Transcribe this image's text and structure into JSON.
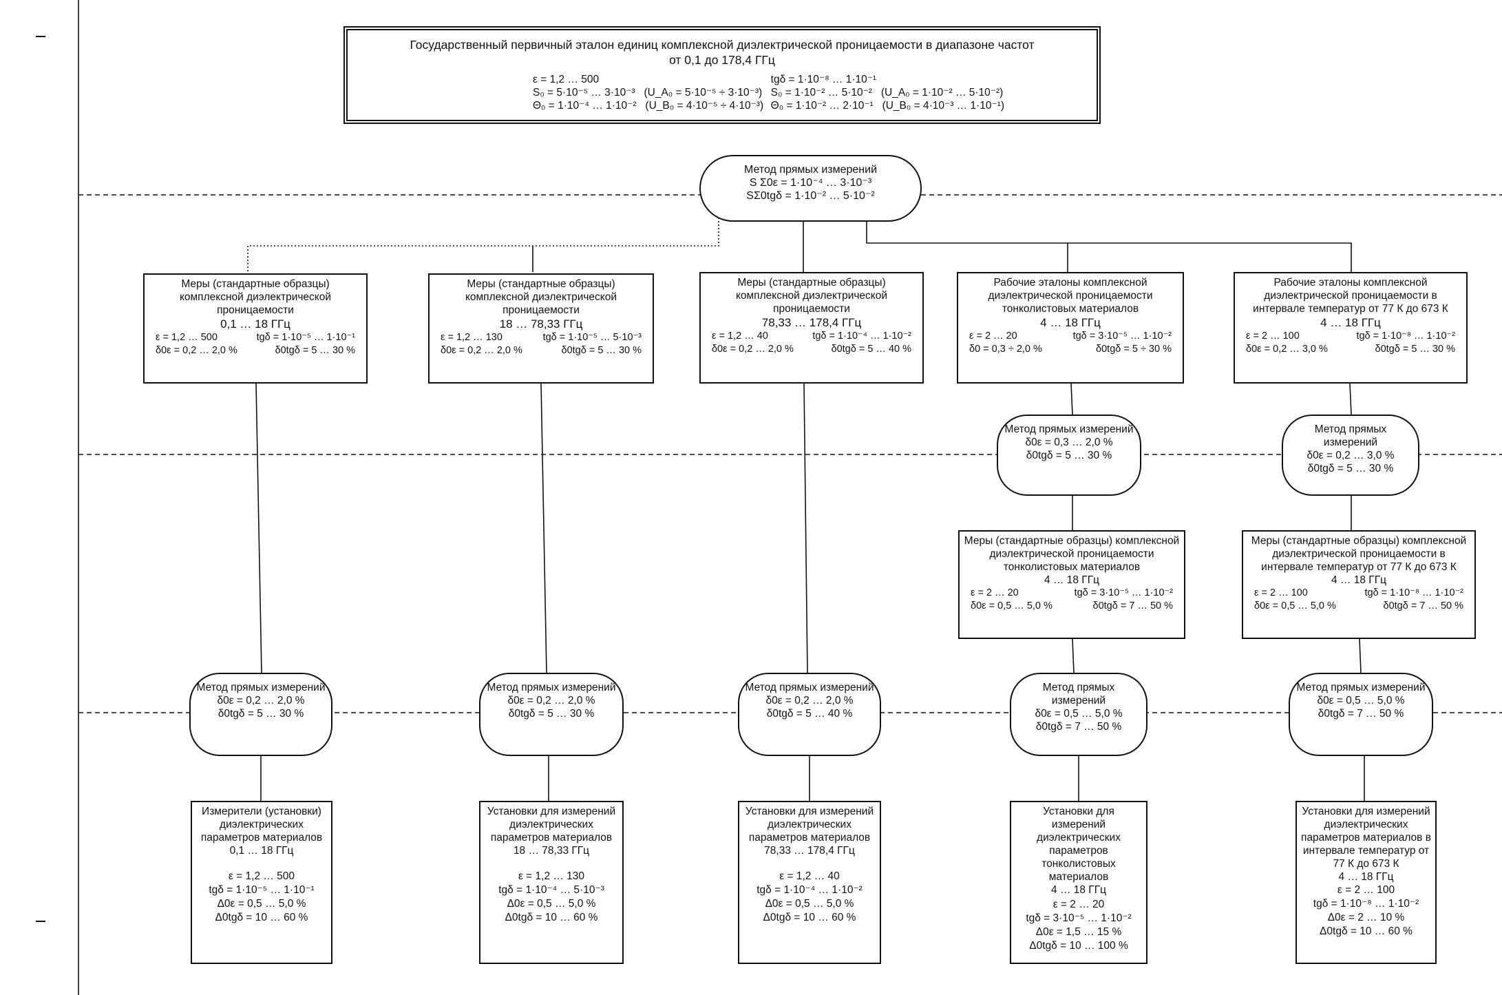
{
  "top": {
    "title_line1": "Государственный первичный эталон единиц комплексной диэлектрической проницаемости в диапазоне частот",
    "title_line2": "от 0,1 до 178,4 ГГц",
    "left": {
      "eps": "ε = 1,2 … 500",
      "s0_main": "S₀ = 5·10⁻⁵ … 3·10⁻³",
      "s0_u": "(U_A₀ = 5·10⁻⁵ ÷ 3·10⁻³)",
      "th0_main": "Θ₀ = 1·10⁻⁴ … 1·10⁻²",
      "th0_u": "(U_B₀ = 4·10⁻⁵ ÷ 4·10⁻³)"
    },
    "right": {
      "tg": "tgδ = 1·10⁻⁸ … 1·10⁻¹",
      "s0_main": "S₀ = 1·10⁻² … 5·10⁻²",
      "s0_u": "(U_A₀ = 1·10⁻² … 5·10⁻²)",
      "th0_main": "Θ₀ = 1·10⁻² … 2·10⁻¹",
      "th0_u": "(U_B₀ = 4·10⁻³ … 1·10⁻¹)"
    }
  },
  "root_method": {
    "title": "Метод прямых измерений",
    "line1": "S Σ0ε = 1·10⁻⁴ … 3·10⁻³",
    "line2": "SΣ0tgδ = 1·10⁻² … 5·10⁻²"
  },
  "level2": [
    {
      "head": "Меры (стандартные образцы) комплексной диэлектрической проницаемости",
      "range": "0,1 … 18 ГГц",
      "l1a": "ε = 1,2 … 500",
      "l1b": "tgδ = 1·10⁻⁵ … 1·10⁻¹",
      "l2a": "δ0ε = 0,2 … 2,0 %",
      "l2b": "δ0tgδ = 5 … 30 %"
    },
    {
      "head": "Меры (стандартные образцы) комплексной диэлектрической проницаемости",
      "range": "18 … 78,33 ГГц",
      "l1a": "ε = 1,2 … 130",
      "l1b": "tgδ = 1·10⁻⁵ … 5·10⁻³",
      "l2a": "δ0ε = 0,2 … 2,0 %",
      "l2b": "δ0tgδ = 5 … 30 %"
    },
    {
      "head": "Меры (стандартные образцы) комплексной диэлектрической проницаемости",
      "range": "78,33 … 178,4 ГГц",
      "l1a": "ε = 1,2 … 40",
      "l1b": "tgδ = 1·10⁻⁴ … 1·10⁻²",
      "l2a": "δ0ε = 0,2 … 2,0 %",
      "l2b": "δ0tgδ = 5 … 40 %"
    },
    {
      "head": "Рабочие эталоны комплексной диэлектрической проницаемости тонколистовых материалов",
      "range": "4 … 18 ГГц",
      "l1a": "ε = 2 … 20",
      "l1b": "tgδ = 3·10⁻⁵ … 1·10⁻²",
      "l2a": "δ0 = 0,3 ÷ 2,0 %",
      "l2b": "δ0tgδ = 5 ÷ 30 %"
    },
    {
      "head": "Рабочие эталоны комплексной диэлектрической проницаемости в интервале температур от 77 К до 673 К",
      "range": "4 … 18 ГГц",
      "l1a": "ε = 2 … 100",
      "l1b": "tgδ = 1·10⁻⁸ … 1·10⁻²",
      "l2a": "δ0ε = 0,2 … 3,0 %",
      "l2b": "δ0tgδ = 5 … 30 %"
    }
  ],
  "mid_methods": [
    {
      "title": "Метод прямых измерений",
      "l1": "δ0ε = 0,3 … 2,0 %",
      "l2": "δ0tgδ = 5 … 30 %"
    },
    {
      "title": "Метод прямых измерений",
      "l1": "δ0ε = 0,2 … 3,0 %",
      "l2": "δ0tgδ = 5 … 30 %"
    }
  ],
  "thin_measures": [
    {
      "head": "Меры (стандартные образцы) комплексной диэлектрической проницаемости тонколистовых материалов",
      "range": "4 … 18 ГГц",
      "l1a": "ε = 2 … 20",
      "l1b": "tgδ = 3·10⁻⁵ … 1·10⁻²",
      "l2a": "δ0ε = 0,5 … 5,0 %",
      "l2b": "δ0tgδ = 7 … 50 %"
    },
    {
      "head": "Меры (стандартные образцы) комплексной диэлектрической проницаемости в интервале температур от 77 К до 673 К",
      "range": "4 … 18 ГГц",
      "l1a": "ε = 2 … 100",
      "l1b": "tgδ = 1·10⁻⁸ … 1·10⁻²",
      "l2a": "δ0ε = 0,5 … 5,0 %",
      "l2b": "δ0tgδ = 7 … 50 %"
    }
  ],
  "bottom_methods": [
    {
      "title": "Метод прямых измерений",
      "l1": "δ0ε = 0,2 … 2,0 %",
      "l2": "δ0tgδ = 5 … 30 %"
    },
    {
      "title": "Метод прямых измерений",
      "l1": "δ0ε = 0,2 … 2,0 %",
      "l2": "δ0tgδ = 5 … 30 %"
    },
    {
      "title": "Метод прямых измерений",
      "l1": "δ0ε = 0,2 … 2,0 %",
      "l2": "δ0tgδ = 5 … 40 %"
    },
    {
      "title": "Метод прямых измерений",
      "l1": "δ0ε = 0,5 … 5,0 %",
      "l2": "δ0tgδ = 7 … 50 %"
    },
    {
      "title": "Метод прямых измерений",
      "l1": "δ0ε = 0,5 … 5,0 %",
      "l2": "δ0tgδ = 7 … 50 %"
    }
  ],
  "instruments": [
    {
      "head": "Измерители (установки) диэлектрических параметров материалов",
      "range": "0,1 … 18 ГГц",
      "p1": "ε = 1,2 … 500",
      "p2": "tgδ = 1·10⁻⁵ … 1·10⁻¹",
      "p3": "Δ0ε = 0,5 … 5,0 %",
      "p4": "Δ0tgδ = 10 … 60 %"
    },
    {
      "head": "Установки для измерений диэлектрических параметров материалов",
      "range": "18 … 78,33 ГГц",
      "p1": "ε = 1,2 … 130",
      "p2": "tgδ = 1·10⁻⁴ … 5·10⁻³",
      "p3": "Δ0ε = 0,5 … 5,0 %",
      "p4": "Δ0tgδ = 10 … 60 %"
    },
    {
      "head": "Установки для измерений диэлектрических параметров материалов",
      "range": "78,33 … 178,4 ГГц",
      "p1": "ε = 1,2 … 40",
      "p2": "tgδ = 1·10⁻⁴ … 1·10⁻²",
      "p3": "Δ0ε = 0,5 … 5,0 %",
      "p4": "Δ0tgδ = 10 … 60 %"
    },
    {
      "head": "Установки для измерений диэлектрических параметров тонколистовых материалов",
      "range": "4 … 18 ГГц",
      "p1": "ε = 2 … 20",
      "p2": "tgδ = 3·10⁻⁵ … 1·10⁻²",
      "p3": "Δ0ε = 1,5 … 15 %",
      "p4": "Δ0tgδ = 10 … 100 %"
    },
    {
      "head": "Установки для измерений диэлектрических параметров материалов в интервале температур от 77 К до 673 К",
      "range": "4 … 18 ГГц",
      "p1": "ε = 2 … 100",
      "p2": "tgδ = 1·10⁻⁸ … 1·10⁻²",
      "p3": "Δ0ε = 2 … 10 %",
      "p4": "Δ0tgδ = 10 … 60 %"
    }
  ]
}
